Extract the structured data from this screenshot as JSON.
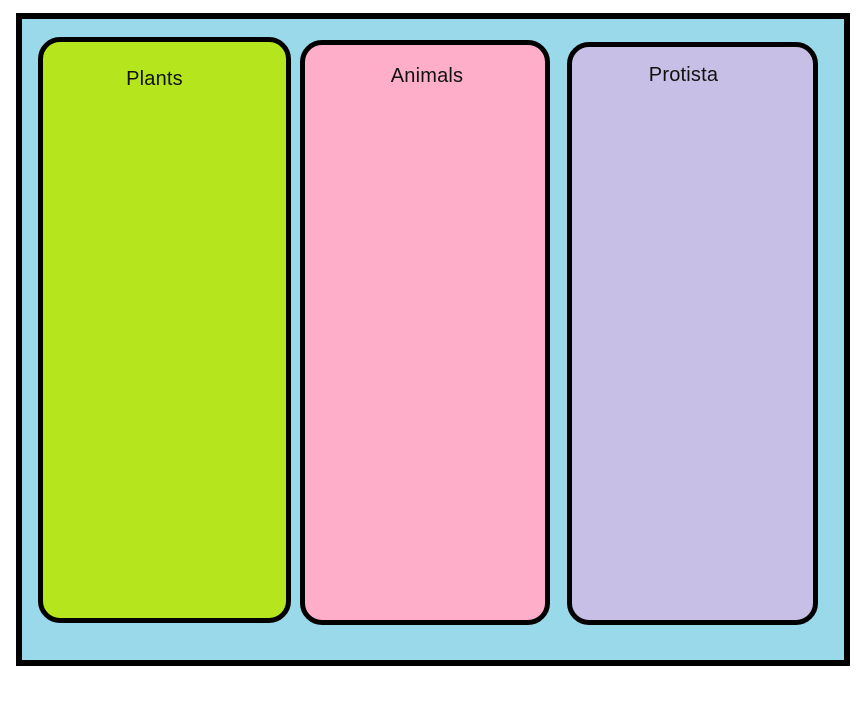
{
  "canvas": {
    "background": "#FFFFFF",
    "board_background": "#99D9EA",
    "border_color": "#000000",
    "text_color": "#111111"
  },
  "columns": [
    {
      "id": "plants",
      "label": "Plants",
      "color": "#B5E61D"
    },
    {
      "id": "animals",
      "label": "Animals",
      "color": "#FFAEC9"
    },
    {
      "id": "protista",
      "label": "Protista",
      "color": "#C8BFE7"
    }
  ]
}
